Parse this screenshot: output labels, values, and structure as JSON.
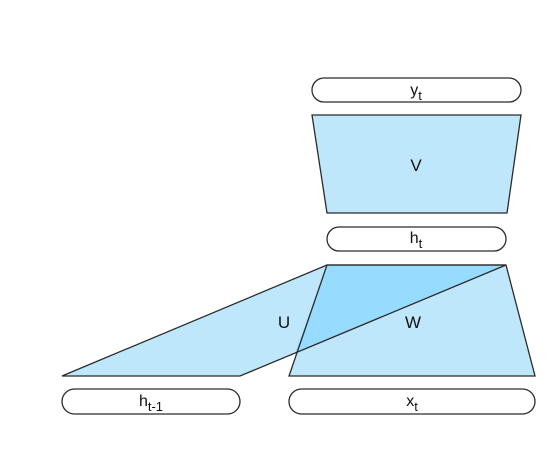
{
  "diagram": {
    "nodes": {
      "y_t": {
        "base": "y",
        "sub": "t"
      },
      "h_t": {
        "base": "h",
        "sub": "t"
      },
      "h_prev": {
        "base": "h",
        "sub": "t-1"
      },
      "x_t": {
        "base": "x",
        "sub": "t"
      }
    },
    "weights": {
      "V": "V",
      "U": "U",
      "W": "W"
    },
    "colors": {
      "fill": "#bfe7fb",
      "overlap": "#97dbff",
      "stroke": "#2b2b2b"
    }
  }
}
